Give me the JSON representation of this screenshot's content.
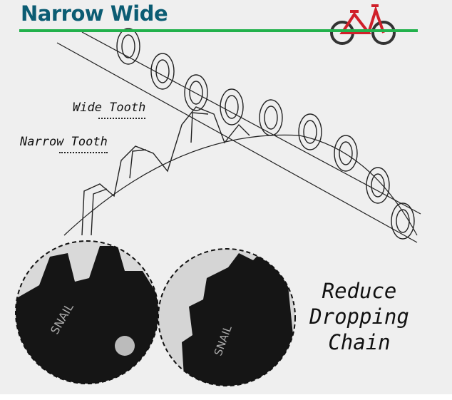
{
  "header": {
    "title": "Narrow Wide",
    "accent_color": "#22b14c",
    "title_color": "#0b5c73"
  },
  "diagram": {
    "labels": {
      "wide": "Wide Tooth",
      "narrow": "Narrow Tooth"
    }
  },
  "photos": {
    "brand_mark": "SNAIL"
  },
  "slogan": {
    "line1": "Reduce",
    "line2": "Dropping",
    "line3": "Chain"
  },
  "icons": {
    "logo": "bicycle-icon"
  }
}
